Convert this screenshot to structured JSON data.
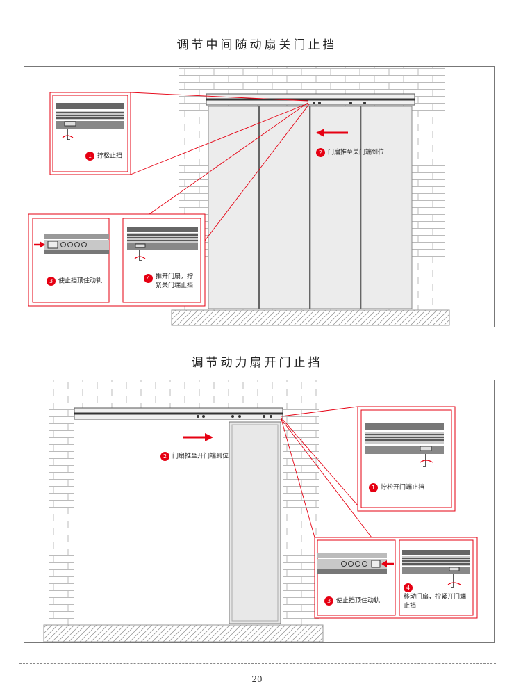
{
  "section1": {
    "title": "调节中间随动扇关门止挡",
    "steps": [
      {
        "num": "1",
        "text": "拧松止挡"
      },
      {
        "num": "2",
        "text": "门扇推至关门端到位"
      },
      {
        "num": "3",
        "text": "使止挡顶住动轨"
      },
      {
        "num": "4",
        "text": "推开门扇，拧紧关门端止挡"
      }
    ]
  },
  "section2": {
    "title": "调节动力扇开门止挡",
    "steps": [
      {
        "num": "1",
        "text": "拧松开门端止挡"
      },
      {
        "num": "2",
        "text": "门扇推至开门端到位"
      },
      {
        "num": "3",
        "text": "使止挡顶住动轨"
      },
      {
        "num": "4",
        "text": "移动门扇，拧紧开门端止挡"
      }
    ]
  },
  "page_number": "20",
  "colors": {
    "accent": "#e60012",
    "line": "#777777"
  }
}
